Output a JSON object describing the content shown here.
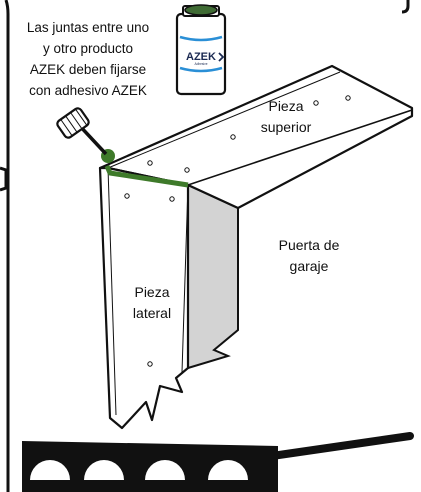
{
  "note": {
    "lines": [
      "Las juntas entre uno",
      "y otro producto",
      "AZEK deben fijarse",
      "con adhesivo AZEK"
    ]
  },
  "can": {
    "brand": "AZEK",
    "sub": "Adhesive"
  },
  "labels": {
    "top_piece": [
      "Pieza",
      "superior"
    ],
    "garage_door": [
      "Puerta de",
      "garaje"
    ],
    "side_piece": [
      "Pieza",
      "lateral"
    ]
  },
  "colors": {
    "joint": "#3e7a2a",
    "door": "#d3d3d3",
    "outline": "#111111",
    "can_cap": "#3f6b34",
    "can_logo": "#2a8fd6"
  },
  "icons": [
    "glue-applicator-icon",
    "adhesive-can-icon"
  ]
}
